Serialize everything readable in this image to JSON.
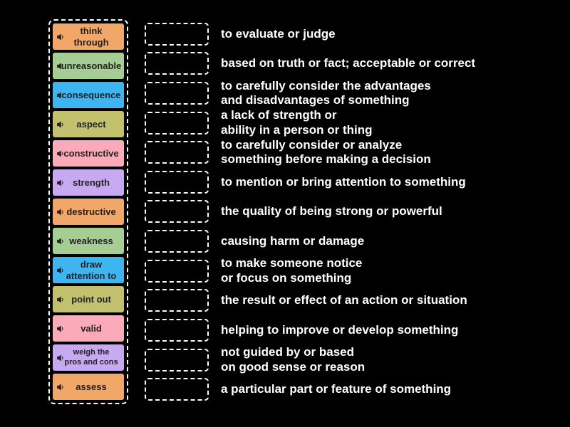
{
  "page": {
    "background": "#000000"
  },
  "palette": {
    "orange": "#f1a767",
    "green": "#a6cd93",
    "blue": "#3fb5ef",
    "olive": "#c3c16d",
    "pink": "#faaab9",
    "purple": "#c7a9f2"
  },
  "tile_text_color": "#222222",
  "definition_text_color": "#ffffff",
  "icons": {
    "speaker": "speaker-icon"
  },
  "items": [
    {
      "word": "think\nthrough",
      "color": "orange",
      "definition": "to evaluate or judge"
    },
    {
      "word": "unreasonable",
      "color": "green",
      "definition": "based on truth or fact; acceptable or correct"
    },
    {
      "word": "consequence",
      "color": "blue",
      "definition": "to carefully consider the advantages\nand disadvantages of something"
    },
    {
      "word": "aspect",
      "color": "olive",
      "definition": "a lack of strength or\nability in a person or thing"
    },
    {
      "word": "constructive",
      "color": "pink",
      "definition": "to carefully consider or analyze\nsomething before making a decision"
    },
    {
      "word": "strength",
      "color": "purple",
      "definition": "to mention or bring attention to something"
    },
    {
      "word": "destructive",
      "color": "orange",
      "definition": "the quality of being strong or powerful"
    },
    {
      "word": "weakness",
      "color": "green",
      "definition": "causing harm or damage"
    },
    {
      "word": "draw\nattention to",
      "color": "blue",
      "definition": "to make someone notice\nor focus on something"
    },
    {
      "word": "point out",
      "color": "olive",
      "definition": "the result or effect of an action or situation"
    },
    {
      "word": "valid",
      "color": "pink",
      "definition": "helping to improve or develop something"
    },
    {
      "word": "weigh the\npros and cons",
      "color": "purple",
      "definition": "not guided by or based\non good sense or reason"
    },
    {
      "word": "assess",
      "color": "orange",
      "definition": "a particular part or feature of something"
    }
  ]
}
